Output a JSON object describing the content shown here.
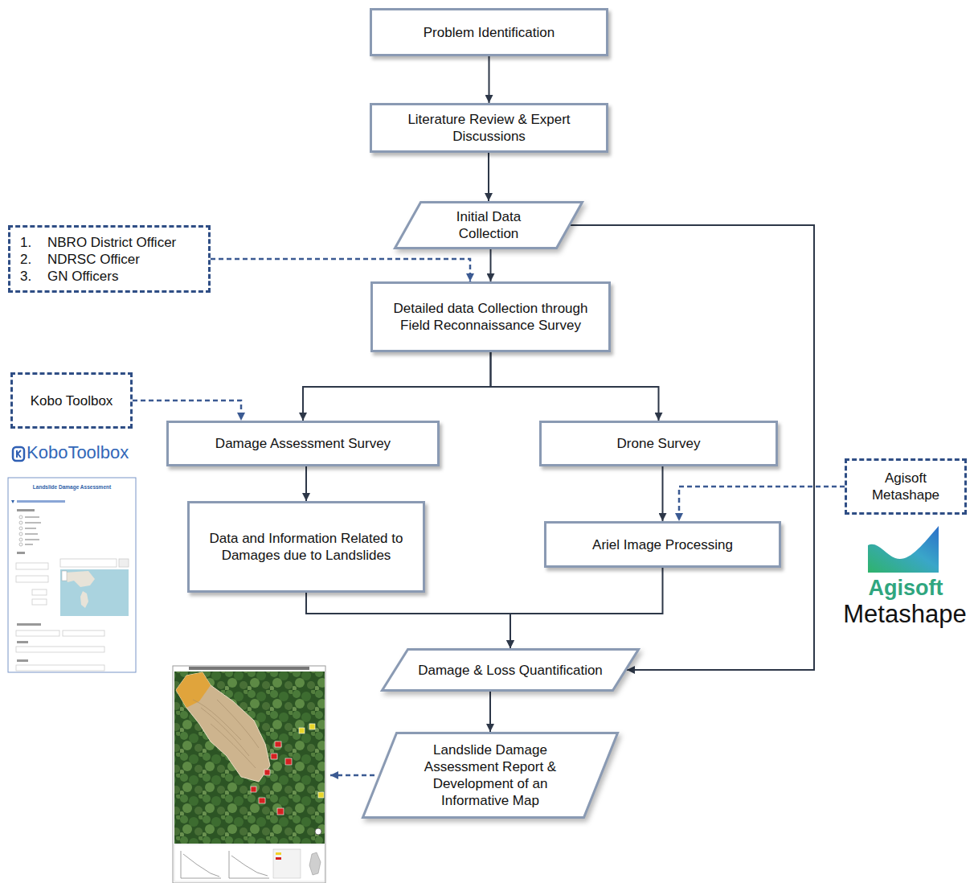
{
  "diagram": {
    "nodes": [
      {
        "text": [
          "Problem Identification"
        ]
      },
      {
        "text": [
          "Literature Review & Expert Discussions"
        ]
      },
      {
        "text": [
          "Initial Data Collection"
        ]
      },
      {
        "text": [
          "1.",
          "NBRO District Officer",
          "2.",
          "NDRSC Officer",
          "3.",
          "GN Officers"
        ]
      },
      {
        "text": [
          "Detailed data Collection through Field Reconnaissance Survey"
        ]
      },
      {
        "text": [
          "Kobo Toolbox"
        ]
      },
      {
        "text": [
          "Damage Assessment Survey"
        ]
      },
      {
        "text": [
          "Drone Survey"
        ]
      },
      {
        "text": [
          "Data and Information Related to Damages due to Landslides"
        ]
      },
      {
        "text": [
          "Agisoft Metashape"
        ]
      },
      {
        "text": [
          "Ariel Image Processing"
        ]
      },
      {
        "text": [
          "Damage & Loss Quantification"
        ]
      },
      {
        "text": [
          "Landslide Damage Assessment Report & Development of an Informative Map"
        ]
      }
    ],
    "edges": [
      {
        "from": 0,
        "to": 1,
        "arrow": "to"
      },
      {
        "from": 1,
        "to": 2,
        "arrow": "to"
      },
      {
        "from": 2,
        "to": 4,
        "arrow": "to"
      },
      {
        "from": 3,
        "to": 4,
        "arrow": "to"
      },
      {
        "from": 4,
        "to": 6,
        "arrow": "to"
      },
      {
        "from": 4,
        "to": 7,
        "arrow": "to"
      },
      {
        "from": 5,
        "to": 6,
        "arrow": "to"
      },
      {
        "from": 6,
        "to": 8,
        "arrow": "to"
      },
      {
        "from": 7,
        "to": 10,
        "arrow": "to"
      },
      {
        "from": 9,
        "to": 10,
        "arrow": "to"
      },
      {
        "from": 8,
        "to": 11,
        "arrow": "to"
      },
      {
        "from": 10,
        "to": 11,
        "arrow": "to"
      },
      {
        "from": 2,
        "to": 11,
        "arrow": "to"
      },
      {
        "from": 11,
        "to": 12,
        "arrow": "to"
      }
    ],
    "labels": [
      "KoboToolbox",
      "Landslide Damage Assessment",
      "Agisoft",
      "Metashape"
    ]
  }
}
